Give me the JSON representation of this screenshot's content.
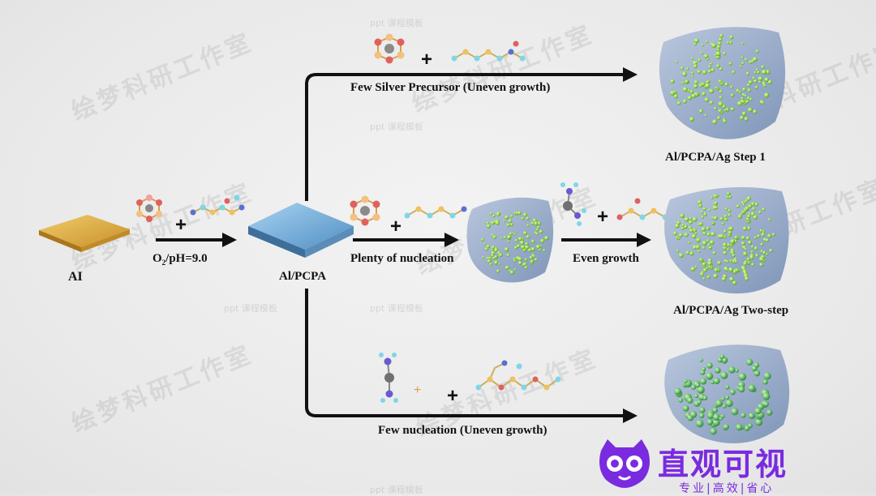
{
  "labels": {
    "al": "AI",
    "condition_sub": "2",
    "condition_rest": "/pH=9.0",
    "condition_o": "O",
    "al_pcpa": "Al/PCPA",
    "top_route": "Few Silver Precursor (Uneven growth)",
    "step1": "Al/PCPA/Ag Step 1",
    "plenty": "Plenty of nucleation",
    "even": "Even growth",
    "twostep": "Al/PCPA/Ag Two-step",
    "few_nucleation": "Few nucleation (Uneven growth)"
  },
  "plus": "+",
  "watermark": {
    "text": "绘梦科研工作室",
    "small": "ppt 课程模板"
  },
  "logo": {
    "title": "直观可视",
    "slogan": "专业|高效|省心"
  },
  "colors": {
    "arrow": "#111111",
    "foil": "#d9a83a",
    "slab": "#6fa8d6",
    "surface": "#9fb3cf",
    "particle": "#8fd14f",
    "brand": "#7a2be0"
  }
}
